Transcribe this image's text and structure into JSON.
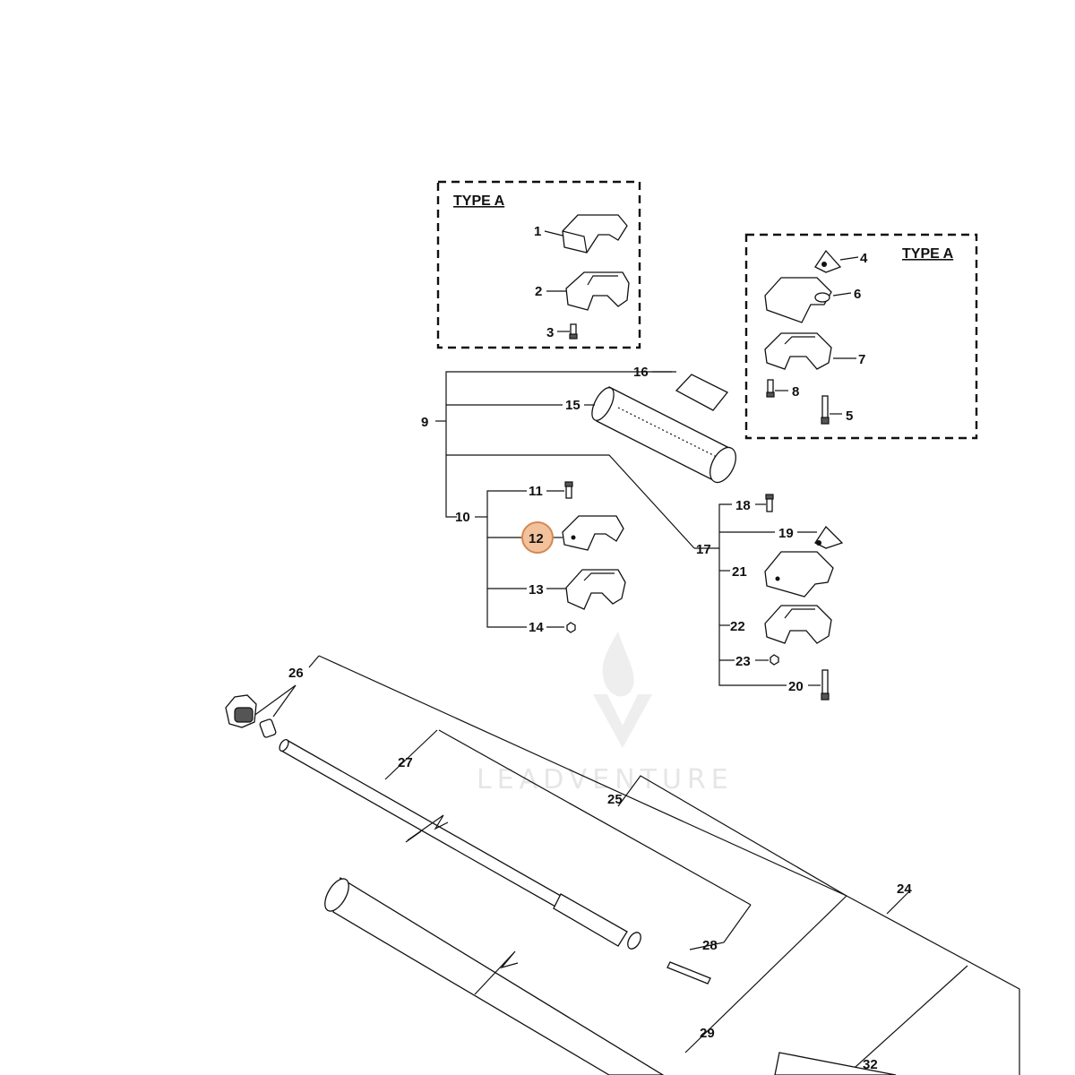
{
  "type_boxes": {
    "left": "TYPE A",
    "right": "TYPE A"
  },
  "highlighted_part": "12",
  "parts": {
    "p1": "1",
    "p2": "2",
    "p3": "3",
    "p4": "4",
    "p5": "5",
    "p6": "6",
    "p7": "7",
    "p8": "8",
    "p9": "9",
    "p10": "10",
    "p11": "11",
    "p12": "12",
    "p13": "13",
    "p14": "14",
    "p15": "15",
    "p16": "16",
    "p17": "17",
    "p18": "18",
    "p19": "19",
    "p20": "20",
    "p21": "21",
    "p22": "22",
    "p23": "23",
    "p24": "24",
    "p25": "25",
    "p26": "26",
    "p27": "27",
    "p28": "28",
    "p29": "29",
    "p32": "32"
  },
  "watermark": {
    "text": "LEADVENTURE"
  },
  "colors": {
    "highlight_fill": "#f2c29c",
    "highlight_stroke": "#d4884f",
    "line": "#111111"
  }
}
